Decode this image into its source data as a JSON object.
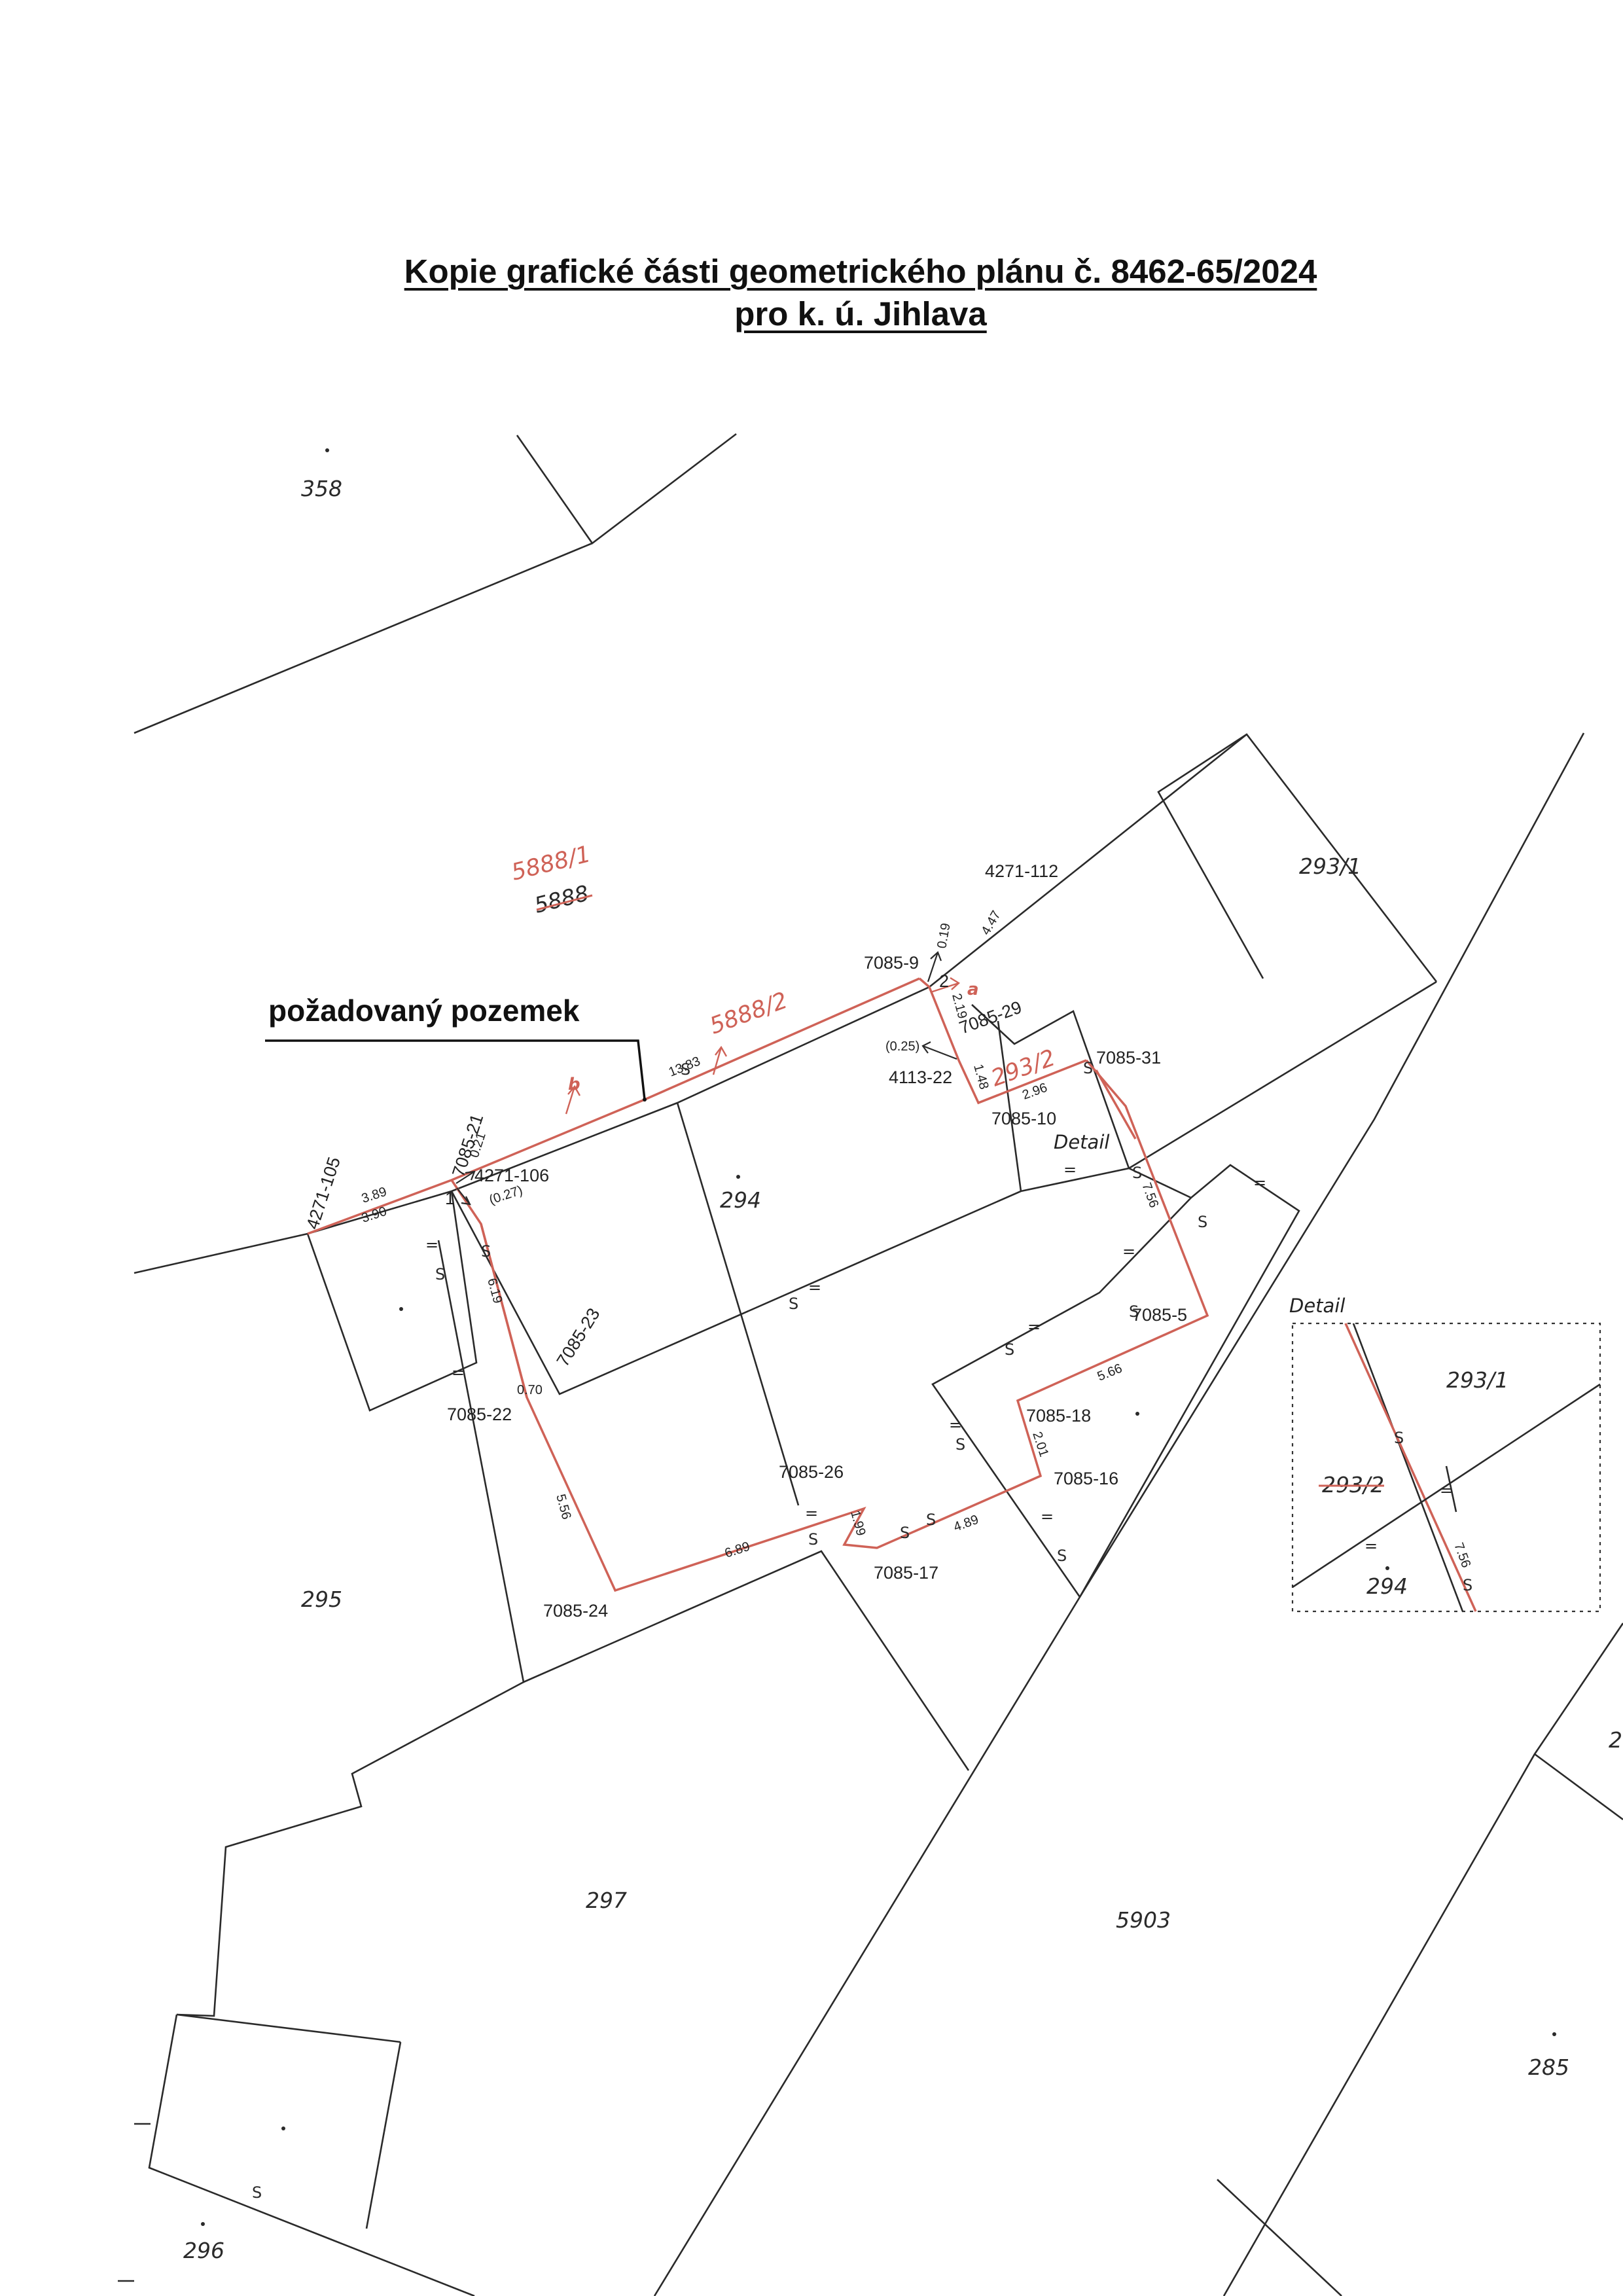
{
  "title": {
    "line1": "Kopie grafické části geometrického plánu č. 8462-65/2024",
    "line2": "pro k. ú. Jihlava"
  },
  "callout": "požadovaný pozemek",
  "parcels": {
    "p358": "358",
    "p5888_1": "5888/1",
    "p5888_old": "5888",
    "p5888_2": "5888/2",
    "p293_1": "293/1",
    "p293_2": "293/2",
    "p294": "294",
    "p295": "295",
    "p296": "296",
    "p297": "297",
    "p5903": "5903",
    "p285": "285",
    "p2": "2"
  },
  "points": {
    "pt4271_112": "4271-112",
    "pt7085_9": "7085-9",
    "pt7085_29": "7085-29",
    "pt4113_22": "4113-22",
    "pt7085_31": "7085-31",
    "pt7085_10": "7085-10",
    "pt4271_105": "4271-105",
    "pt7085_21": "7085-21",
    "pt4271_106": "4271-106",
    "pt7085_23": "7085-23",
    "pt7085_22": "7085-22",
    "pt7085_5": "7085-5",
    "pt7085_18": "7085-18",
    "pt7085_16": "7085-16",
    "pt7085_26": "7085-26",
    "pt7085_17": "7085-17",
    "pt7085_24": "7085-24",
    "pt1": "1",
    "pt2": "2"
  },
  "measures": {
    "m0_19": "0.19",
    "m4_47": "4.47",
    "m13_83": "13.83",
    "m2_19": "2.19",
    "m0_25": "(0.25)",
    "m1_48": "1.48",
    "m2_96": "2.96",
    "m7_56": "7.56",
    "m3_89": "3.89",
    "m3_90": "3.90",
    "m0_27": "(0.27)",
    "m0_21": "0.21",
    "m6_19": "6.19",
    "m0_70": "0.70",
    "m5_56": "5.56",
    "m6_89": "6.89",
    "m1_99": "1.99",
    "m4_89": "4.89",
    "m2_01": "2.01",
    "m5_66": "5.66"
  },
  "letters": {
    "a": "a",
    "b": "b"
  },
  "detail": {
    "label_map": "Detail",
    "label_inset": "Detail",
    "p293_1": "293/1",
    "p293_2": "293/2",
    "p294": "294",
    "m7_56": "7.56"
  },
  "colors": {
    "new_boundary": "#cf6257",
    "existing_boundary": "#2a2a2a"
  }
}
